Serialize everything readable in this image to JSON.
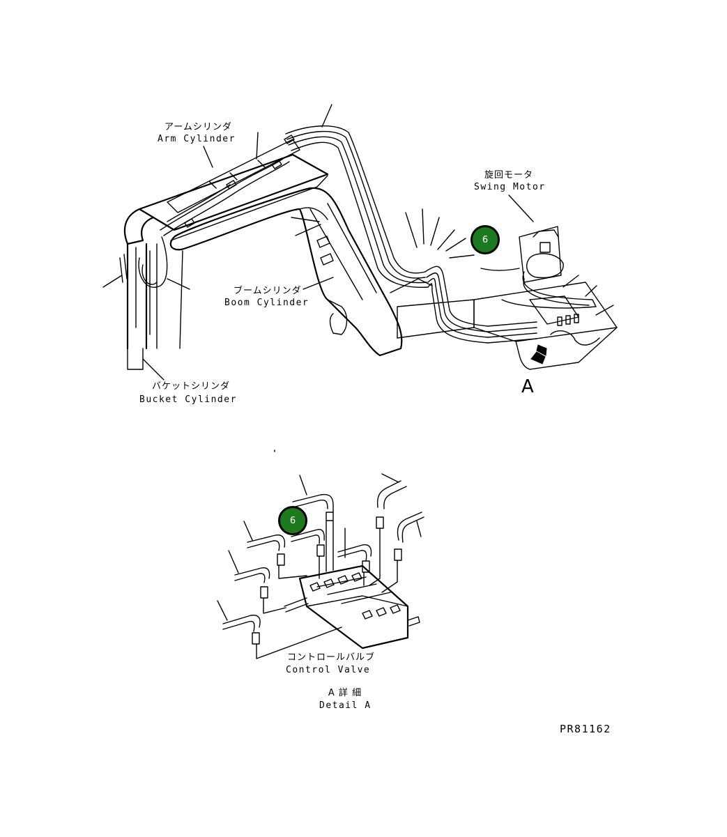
{
  "labels": {
    "arm_cylinder_jp": "アームシリンダ",
    "arm_cylinder_en": "Arm Cylinder",
    "swing_motor_jp": "旋回モータ",
    "swing_motor_en": "Swing Motor",
    "boom_cylinder_jp": "ブームシリンダ",
    "boom_cylinder_en": "Boom Cylinder",
    "bucket_cylinder_jp": "バケットシリンダ",
    "bucket_cylinder_en": "Bucket Cylinder",
    "view_a": "A",
    "control_valve_jp": "コントロールバルブ",
    "control_valve_en": "Control Valve",
    "detail_a_jp": "A 詳 細",
    "detail_a_en": "Detail A",
    "drawing_code": "PR81162"
  },
  "callouts": {
    "upper_item": "6",
    "lower_item": "6"
  },
  "colors": {
    "callout_fill": "#1e7a1e",
    "line": "#000000"
  }
}
